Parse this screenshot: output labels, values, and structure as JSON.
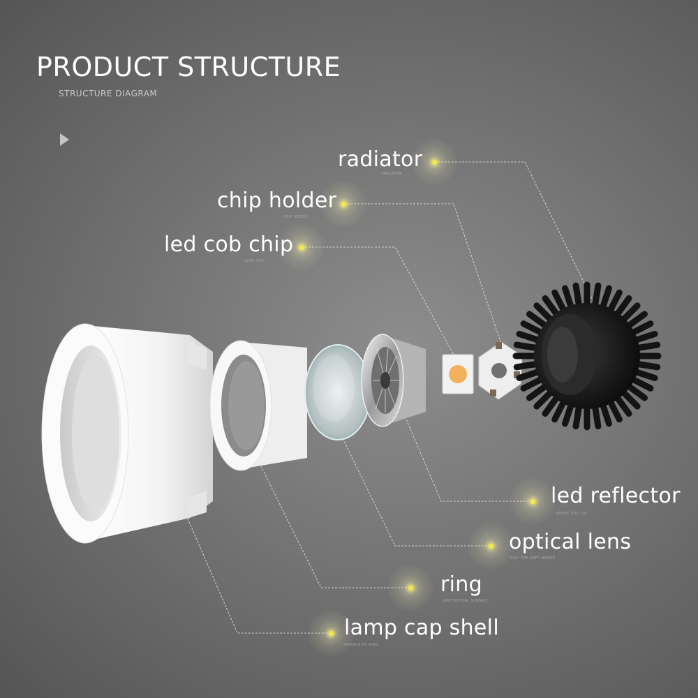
{
  "header": {
    "title": "PRODUCT STRUCTURE",
    "subtitle": "STRUCTURE DIAGRAM"
  },
  "colors": {
    "background": "#747474",
    "text": "#ffffff",
    "callout_dot": "#f2e84a",
    "leader_line": "#dcdcdc",
    "heatsink": "#1a1a1a",
    "cob_chip": "#f3b15d"
  },
  "icons": [
    "play-icon"
  ],
  "parts": [
    {
      "name": "radiator",
      "sub": "RADIATOR"
    },
    {
      "name": "chip holder",
      "sub": "CHIP SERIES"
    },
    {
      "name": "led cob chip",
      "sub": "CREE CHIP"
    },
    {
      "name": "led reflector",
      "sub": "REFLECTIVE CUP"
    },
    {
      "name": "optical lens",
      "sub": "DUST THE SOFT LENSES"
    },
    {
      "name": "ring",
      "sub": "UNIT OPTICAL SURFACE"
    },
    {
      "name": "lamp cap shell",
      "sub": "SURFACE OF RING"
    }
  ]
}
